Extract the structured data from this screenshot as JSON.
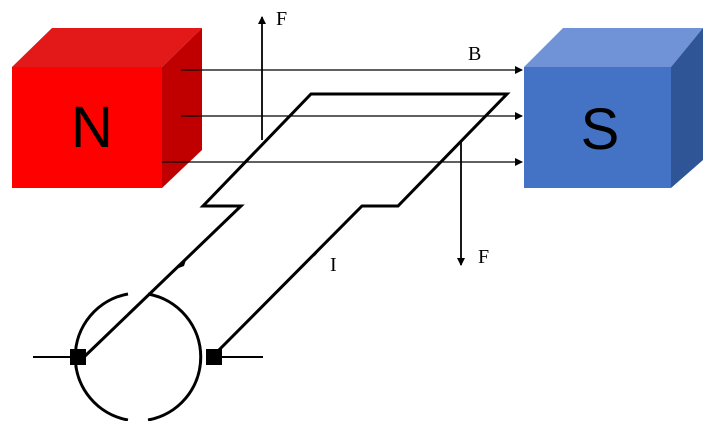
{
  "labels": {
    "north_pole": "N",
    "south_pole": "S",
    "force_top": "F",
    "force_bottom": "F",
    "magnetic_field": "B",
    "current": "I"
  },
  "colors": {
    "north_front": "#ff0000",
    "north_top": "#e31818",
    "north_side": "#c00000",
    "south_front": "#4472c4",
    "south_top": "#6f93d6",
    "south_side": "#2f5597",
    "lines": "#000000"
  }
}
